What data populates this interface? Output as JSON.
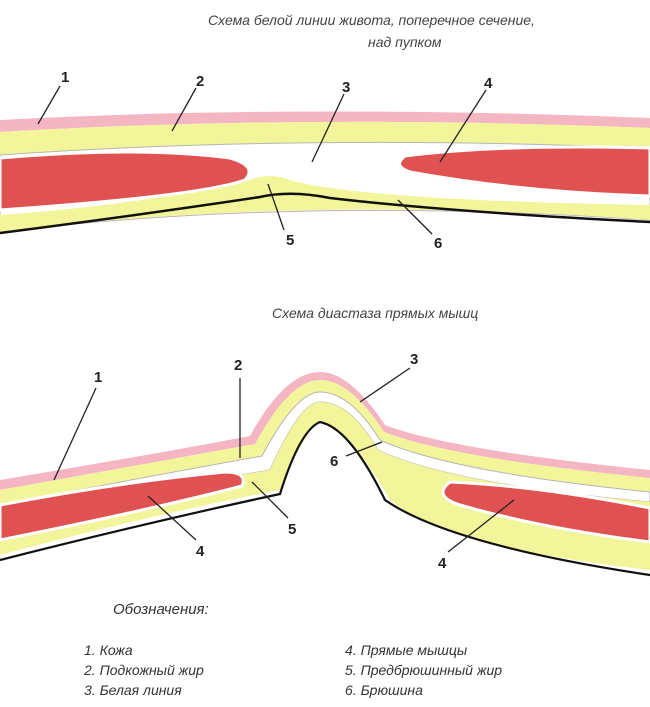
{
  "titles": {
    "top_line1": "Схема белой линии живота, поперечное сечение,",
    "top_line2": "над пупком",
    "bottom": "Схема диастаза прямых мышц"
  },
  "labels_top": [
    "1",
    "2",
    "3",
    "4",
    "5",
    "6"
  ],
  "labels_bottom": [
    "1",
    "2",
    "3",
    "4",
    "5",
    "6",
    "4"
  ],
  "legend": {
    "heading": "Обозначения:",
    "items": [
      "1. Кожа",
      "2. Подкожный жир",
      "3. Белая линия",
      "4. Прямые мышцы",
      "5. Предбрюшинный жир",
      "6. Брюшина"
    ]
  },
  "colors": {
    "skin": "#f5b6c4",
    "fat": "#f3f59a",
    "muscle": "#e05252",
    "fascia": "#ffffff",
    "outline": "#9a9a9a",
    "peritoneum": "#111111"
  }
}
